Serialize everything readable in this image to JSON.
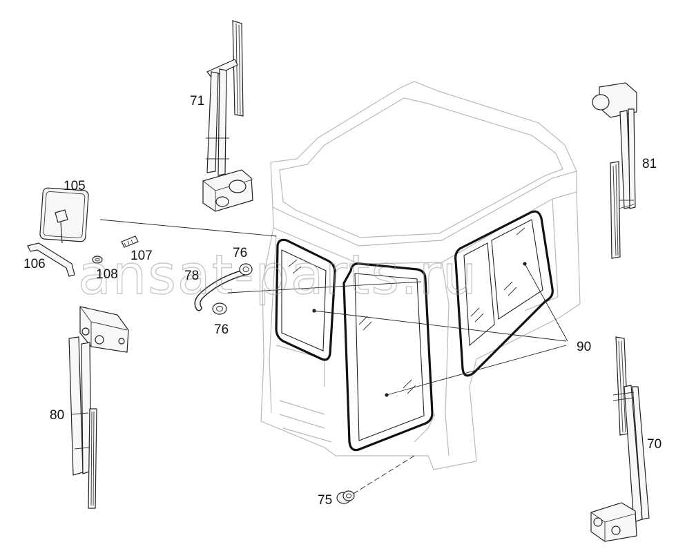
{
  "diagram": {
    "watermark": "ansat-parts.ru",
    "labels": {
      "p70": "70",
      "p71": "71",
      "p75": "75",
      "p76a": "76",
      "p76b": "76",
      "p78": "78",
      "p80": "80",
      "p81": "81",
      "p90": "90",
      "p105": "105",
      "p106": "106",
      "p107": "107",
      "p108": "108"
    }
  }
}
